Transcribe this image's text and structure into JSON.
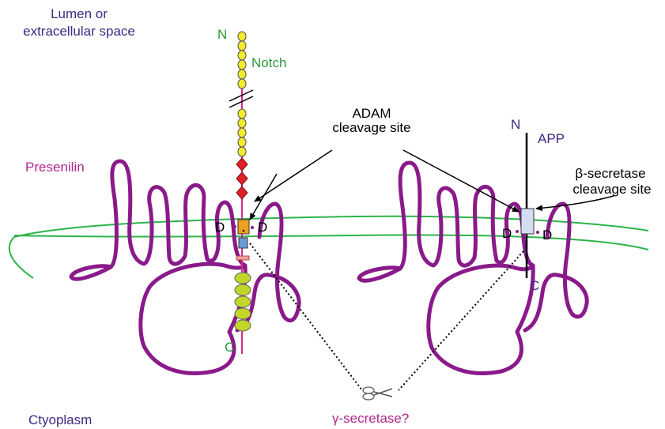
{
  "region_labels": {
    "lumen_line1": "Lumen or",
    "lumen_line2": "extracellular space",
    "cytoplasm": "Ctyoplasm"
  },
  "notch": {
    "name": "Notch",
    "n_terminus": "N",
    "c_terminus": "C"
  },
  "presenilin_label": "Presenilin",
  "adam": {
    "line1": "ADAM",
    "line2": "cleavage site"
  },
  "app": {
    "name": "APP",
    "n_terminus": "N",
    "c_terminus": "C"
  },
  "beta_secretase": {
    "line1": "β-secretase",
    "line2": "cleavage site"
  },
  "aspartate_left": [
    "D",
    "D"
  ],
  "aspartate_right": [
    "D",
    "D"
  ],
  "gamma_secretase": "γ-secretase?",
  "colors": {
    "presenilin": "#8a1a8a",
    "membrane": "#2cb54a",
    "notch_egf": "#f2ec2a",
    "notch_lnr": "#e0202a",
    "notch_ank": "#c2d62a",
    "adam_box": "#f0a020",
    "s3_box": "#6a9ad8",
    "app_box": "#d4dcf2",
    "text_navy": "#3d2a85",
    "text_green": "#2a9a3a",
    "text_magenta": "#b0288c"
  },
  "icons": [
    "scissors-icon"
  ]
}
